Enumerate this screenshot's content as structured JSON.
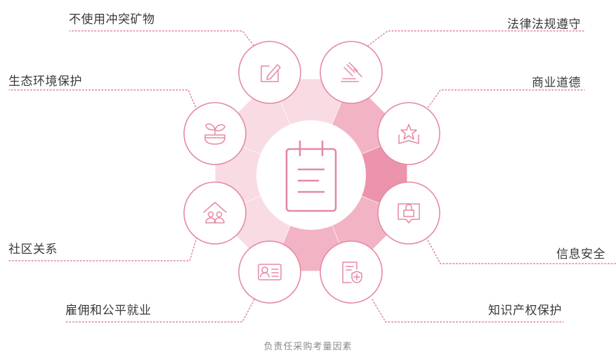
{
  "caption": "负责任采购考量因素",
  "colors": {
    "accent": "#e58aa3",
    "line": "#e07f98",
    "ring_light": "#f9dbe3",
    "ring_mid": "#f2b4c4",
    "ring_dark": "#ec94ab",
    "center": "#ffffff"
  },
  "center_icon": "notepad-icon",
  "items": [
    {
      "label": "不使用冲突矿物",
      "icon": "edit-document-icon"
    },
    {
      "label": "法律法规遵守",
      "icon": "gavel-icon"
    },
    {
      "label": "商业道德",
      "icon": "star-book-icon"
    },
    {
      "label": "信息安全",
      "icon": "lock-monitor-icon"
    },
    {
      "label": "知识产权保护",
      "icon": "shield-document-icon"
    },
    {
      "label": "雇佣和公平就业",
      "icon": "id-card-icon"
    },
    {
      "label": "社区关系",
      "icon": "community-house-icon"
    },
    {
      "label": "生态环境保护",
      "icon": "sprout-pot-icon"
    }
  ]
}
